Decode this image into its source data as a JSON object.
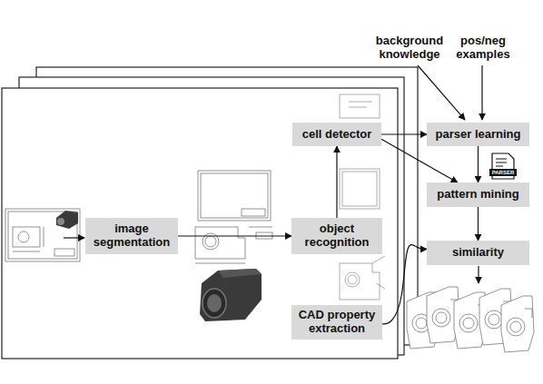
{
  "diagram": {
    "nodes": [
      {
        "text": [
          "image segmentation"
        ]
      },
      {
        "text": [
          "object recognition"
        ]
      },
      {
        "text": [
          "cell detector"
        ]
      },
      {
        "text": [
          "CAD property extraction"
        ]
      },
      {
        "text": [
          "parser learning"
        ]
      },
      {
        "text": [
          "pattern mining"
        ]
      },
      {
        "text": [
          "similarity"
        ]
      }
    ],
    "edges": [
      {
        "from": 0,
        "to": 1,
        "arrow": "to"
      },
      {
        "from": 1,
        "to": 2,
        "arrow": "to"
      },
      {
        "from": 2,
        "to": 4,
        "arrow": "to"
      },
      {
        "from": 2,
        "to": 5,
        "arrow": "to"
      },
      {
        "from": 4,
        "to": 5,
        "arrow": "to"
      },
      {
        "from": 5,
        "to": 6,
        "arrow": "to"
      },
      {
        "from": 3,
        "to": 6,
        "arrow": "to"
      }
    ],
    "labels": [
      "background knowledge",
      "pos/neg examples",
      "PARSER"
    ]
  }
}
